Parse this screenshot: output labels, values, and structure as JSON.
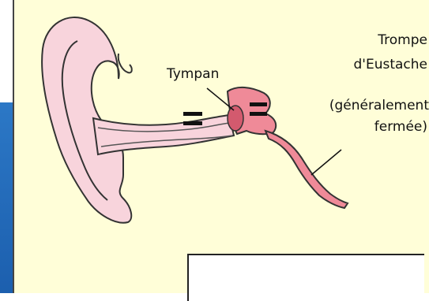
{
  "labels": {
    "tympan": "Tympan",
    "trompe_line1": "Trompe",
    "trompe_line2": "d'Eustache",
    "trompe_line3": "(généralement",
    "trompe_line4": "fermée)"
  },
  "colors": {
    "background": "#fffed8",
    "ear_fill": "#f8d4dc",
    "middle_ear_fill": "#ef8a98",
    "outline": "#333333",
    "side_bar": "#2a74c2"
  }
}
